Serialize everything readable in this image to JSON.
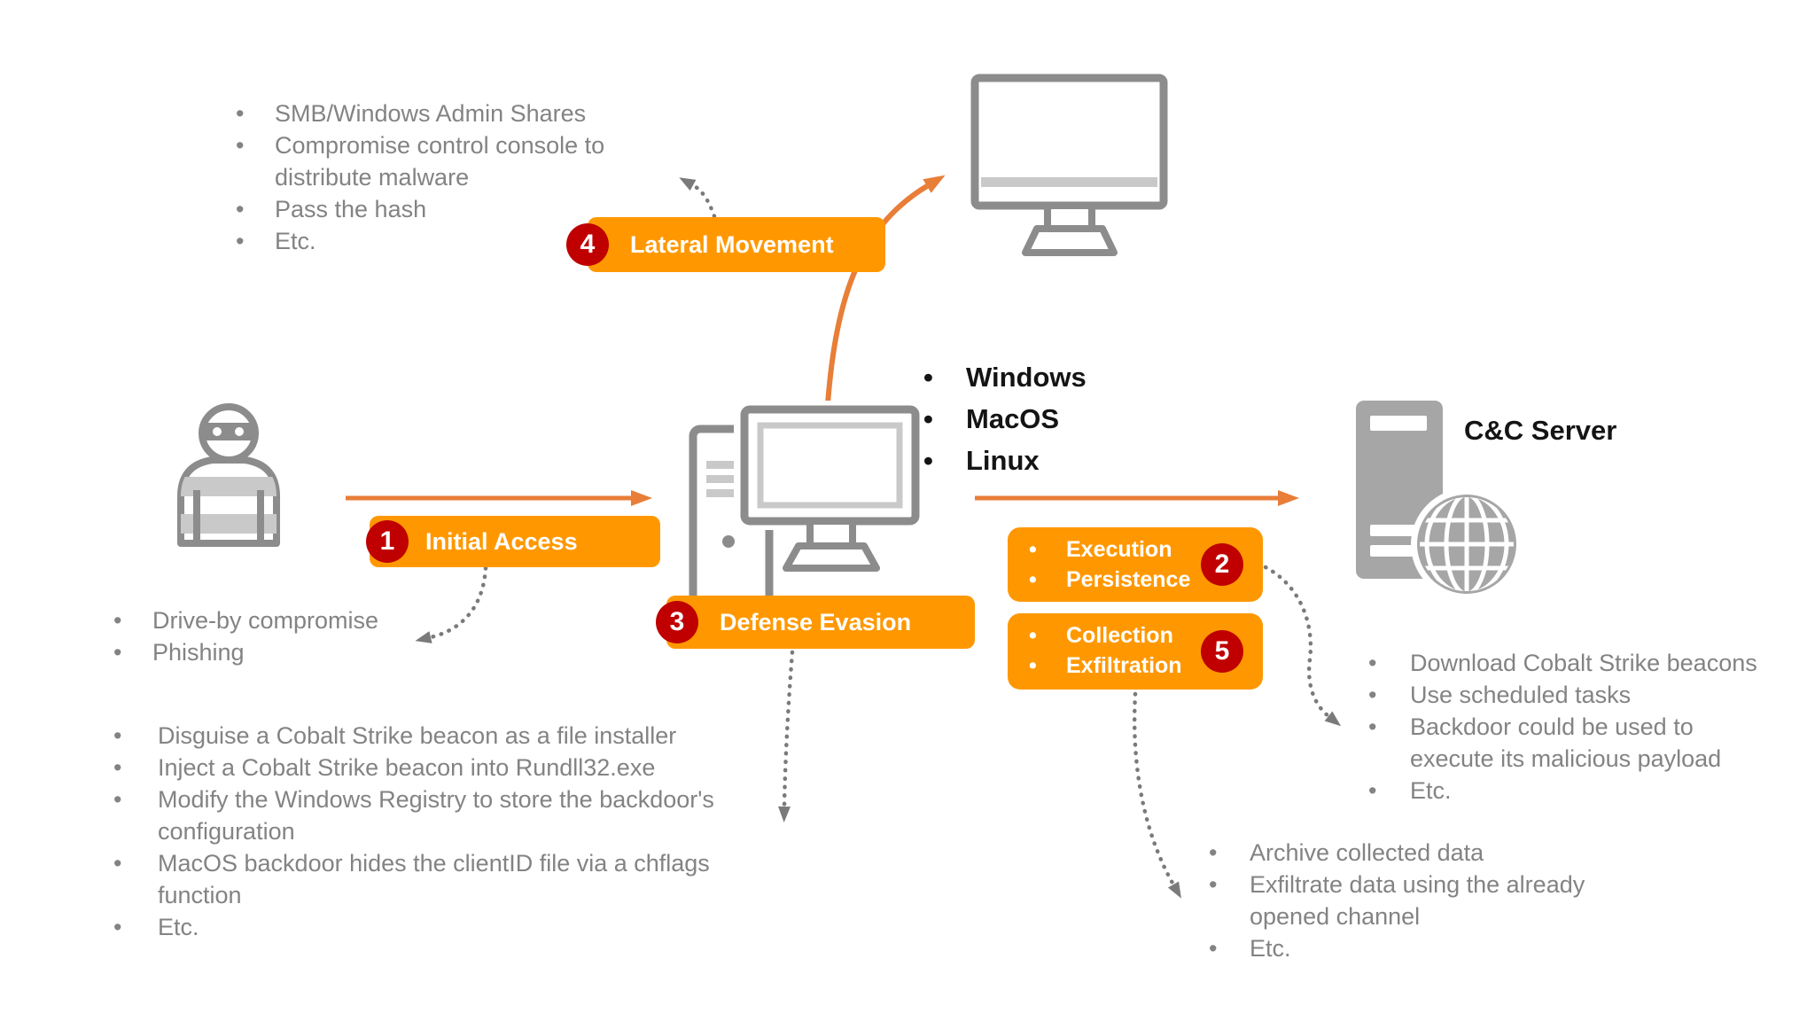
{
  "colors": {
    "stage_box_orange": "#FF9800",
    "stage_number_red": "#C00000",
    "arrow_orange": "#E87E38",
    "dotted_arrow_gray": "#7a7a7a",
    "icon_gray": "#8C8C8C",
    "icon_light_gray": "#C9C9C9",
    "server_gray": "#A6A6A6",
    "muted_text_gray": "#838383",
    "black_text": "#141414"
  },
  "actors": {
    "attacker": {
      "icon": "hacker-icon"
    },
    "victim": {
      "icon": "desktop-computer-icon",
      "os": [
        "Windows",
        "MacOS",
        "Linux"
      ]
    },
    "lateral_target": {
      "icon": "monitor-icon"
    },
    "cc_server": {
      "icon": "server-globe-icon",
      "label": "C&C Server"
    }
  },
  "stages": {
    "initial_access": {
      "number": "1",
      "label": "Initial Access",
      "techniques": [
        "Drive-by compromise",
        "Phishing"
      ]
    },
    "execution_persistence": {
      "number": "2",
      "labels": [
        "Execution",
        "Persistence"
      ],
      "techniques": [
        "Download Cobalt Strike beacons",
        "Use scheduled tasks",
        "Backdoor could be used to execute its malicious payload",
        "Etc."
      ]
    },
    "defense_evasion": {
      "number": "3",
      "label": "Defense Evasion",
      "techniques": [
        "Disguise a Cobalt Strike beacon as a file installer",
        "Inject a Cobalt Strike beacon into Rundll32.exe",
        "Modify the Windows Registry to store the backdoor's configuration",
        "MacOS backdoor hides the clientID file via a chflags function",
        "Etc."
      ]
    },
    "lateral_movement": {
      "number": "4",
      "label": "Lateral Movement",
      "techniques": [
        "SMB/Windows Admin Shares",
        "Compromise control console to distribute malware",
        "Pass the hash",
        "Etc."
      ]
    },
    "collection_exfiltration": {
      "number": "5",
      "labels": [
        "Collection",
        "Exfiltration"
      ],
      "techniques": [
        "Archive collected data",
        "Exfiltrate data using the already opened channel",
        "Etc."
      ]
    }
  }
}
